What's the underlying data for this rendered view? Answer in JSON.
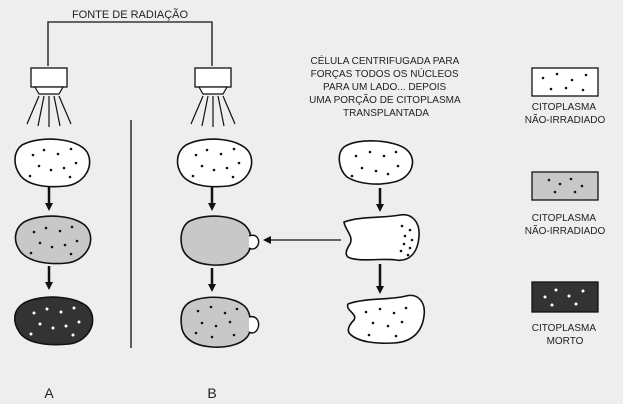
{
  "source_label": "FONTE DE RADIAÇÃO",
  "procedure_text": [
    "CÉLULA CENTRIFUGADA PARA",
    "FORÇAS TODOS OS NÚCLEOS",
    "PARA UM LADO... DEPOIS",
    "UMA PORÇÃO DE CITOPLASMA",
    "TRANSPLANTADA"
  ],
  "legend": {
    "item1": [
      "CITOPLASMA",
      "NÃO-IRRADIADO"
    ],
    "item2": [
      "CITOPLASMA",
      "NÃO-IRRADIADO"
    ],
    "item3": [
      "CITOPLASMA",
      "MORTO"
    ]
  },
  "columns": {
    "a": "A",
    "b": "B"
  },
  "colors": {
    "background": "#eeeeee",
    "cell_white": "#ffffff",
    "cell_gray": "#c8c8c8",
    "cell_dark": "#333333",
    "stroke": "#111111"
  },
  "icons": [
    "radiation-lamp-icon",
    "arrow-down-icon",
    "arrow-left-icon"
  ]
}
